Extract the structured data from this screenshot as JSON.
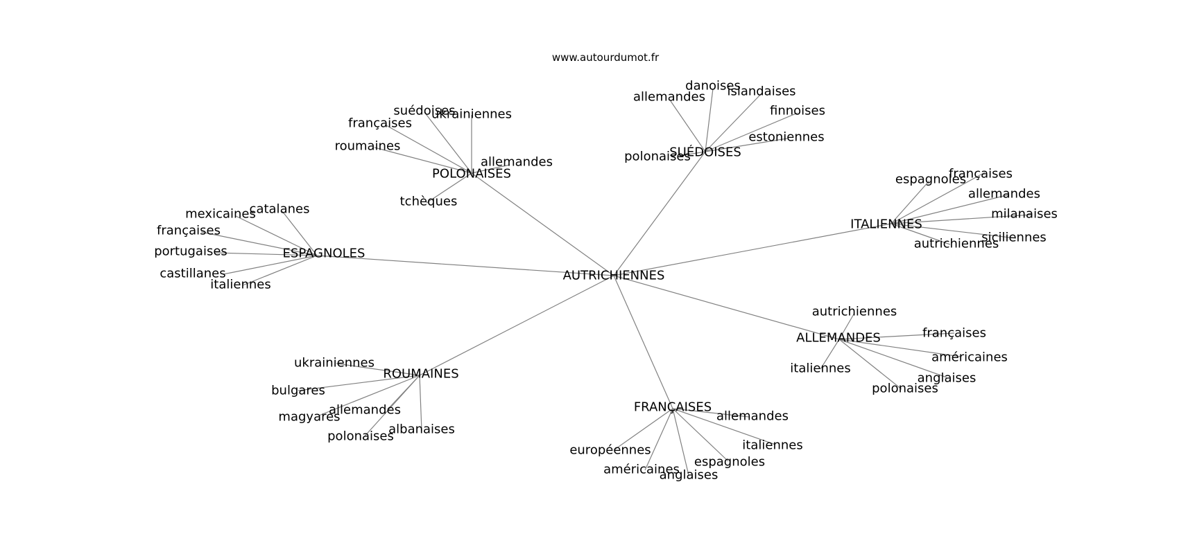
{
  "source": "www.autourdumot.fr",
  "graph": {
    "center": {
      "label": "AUTRICHIENNES"
    },
    "clusters": [
      {
        "label": "POLONAISES",
        "leaves": [
          "suédoises",
          "ukrainiennes",
          "françaises",
          "roumaines",
          "allemandes",
          "tchèques"
        ]
      },
      {
        "label": "SUÉDOISES",
        "leaves": [
          "danoises",
          "allemandes",
          "islandaises",
          "finnoises",
          "estoniennes",
          "polonaises"
        ]
      },
      {
        "label": "ESPAGNOLES",
        "leaves": [
          "mexicaines",
          "catalanes",
          "françaises",
          "portugaises",
          "castillanes",
          "italiennes"
        ]
      },
      {
        "label": "ITALIENNES",
        "leaves": [
          "espagnoles",
          "françaises",
          "allemandes",
          "milanaises",
          "siciliennes",
          "autrichiennes"
        ]
      },
      {
        "label": "ALLEMANDES",
        "leaves": [
          "autrichiennes",
          "françaises",
          "américaines",
          "italiennes",
          "anglaises",
          "polonaises"
        ]
      },
      {
        "label": "ROUMAINES",
        "leaves": [
          "ukrainiennes",
          "bulgares",
          "allemandes",
          "magyares",
          "albanaises",
          "polonaises"
        ]
      },
      {
        "label": "FRANÇAISES",
        "leaves": [
          "allemandes",
          "italiennes",
          "espagnoles",
          "européennes",
          "américaines",
          "anglaises"
        ]
      }
    ]
  }
}
